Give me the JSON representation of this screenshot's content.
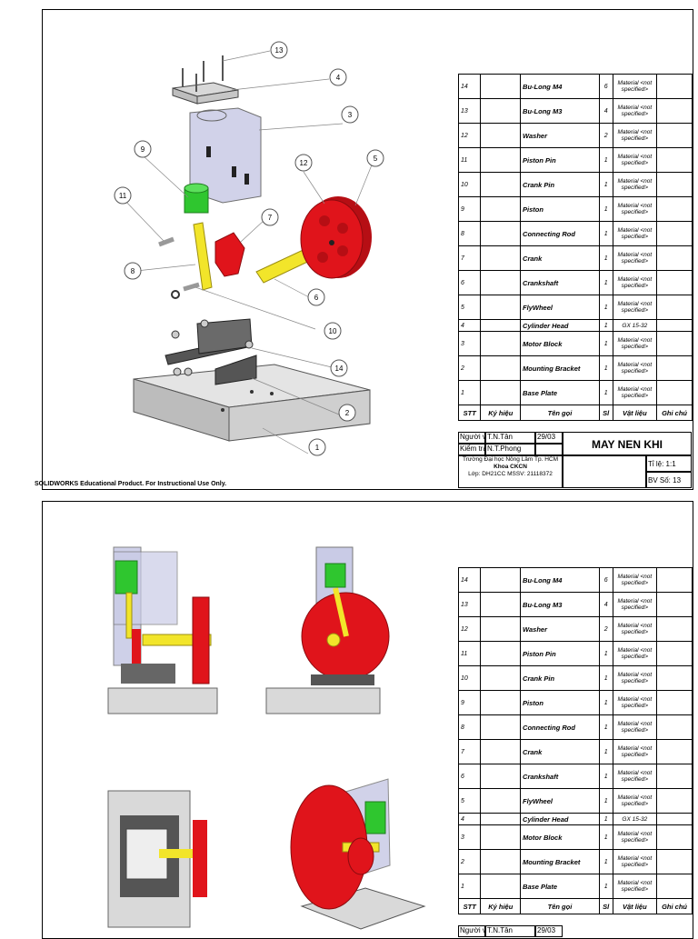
{
  "bom": {
    "header": {
      "stt": "STT",
      "ky_hieu": "Ký hiệu",
      "ten_goi": "Tên gọi",
      "sl": "Sl",
      "vat_lieu": "Vật liệu",
      "ghi_chu": "Ghi chú"
    },
    "rows": [
      {
        "no": "14",
        "name": "Bu-Long M4",
        "qty": "6",
        "material": "Material <not specified>"
      },
      {
        "no": "13",
        "name": "Bu-Long M3",
        "qty": "4",
        "material": "Material <not specified>"
      },
      {
        "no": "12",
        "name": "Washer",
        "qty": "2",
        "material": "Material <not specified>"
      },
      {
        "no": "11",
        "name": "Piston Pin",
        "qty": "1",
        "material": "Material <not specified>"
      },
      {
        "no": "10",
        "name": "Crank Pin",
        "qty": "1",
        "material": "Material <not specified>"
      },
      {
        "no": "9",
        "name": "Piston",
        "qty": "1",
        "material": "Material <not specified>"
      },
      {
        "no": "8",
        "name": "Connecting Rod",
        "qty": "1",
        "material": "Material <not specified>"
      },
      {
        "no": "7",
        "name": "Crank",
        "qty": "1",
        "material": "Material <not specified>"
      },
      {
        "no": "6",
        "name": "Crankshaft",
        "qty": "1",
        "material": "Material <not specified>"
      },
      {
        "no": "5",
        "name": "FlyWheel",
        "qty": "1",
        "material": "Material <not specified>"
      },
      {
        "no": "4",
        "name": "Cylinder Head",
        "qty": "1",
        "material": "GX 15-32"
      },
      {
        "no": "3",
        "name": "Motor Block",
        "qty": "1",
        "material": "Material <not specified>"
      },
      {
        "no": "2",
        "name": "Mounting Bracket",
        "qty": "1",
        "material": "Material <not specified>"
      },
      {
        "no": "1",
        "name": "Base Plate",
        "qty": "1",
        "material": "Material <not specified>"
      }
    ]
  },
  "title_block": {
    "nguoi_ve_label": "Người vẽ",
    "nguoi_ve": "T.N.Tân",
    "date": "29/03",
    "kiem_tra_label": "Kiểm tra",
    "kiem_tra": "N.T.Phong",
    "title": "MAY NEN KHI",
    "school": "Trường Đại học Nông Lâm Tp. HCM",
    "khoa": "Khoa CKCN",
    "lop": "Lớp:  DH21CC   MSSV: 21118372",
    "ti_le": "Tỉ lệ:  1:1",
    "bv_so": "BV Số: 13"
  },
  "balloons": [
    "1",
    "2",
    "3",
    "4",
    "5",
    "6",
    "7",
    "8",
    "9",
    "10",
    "11",
    "12",
    "13",
    "14"
  ],
  "footer_note": "SOLIDWORKS Educational Product. For Instructional Use Only.",
  "colors": {
    "red": "#e0141b",
    "green": "#2fc62f",
    "yellow": "#f2e52a",
    "gray": "#d9d9d9",
    "transparent_block": "#c9cbe6"
  }
}
